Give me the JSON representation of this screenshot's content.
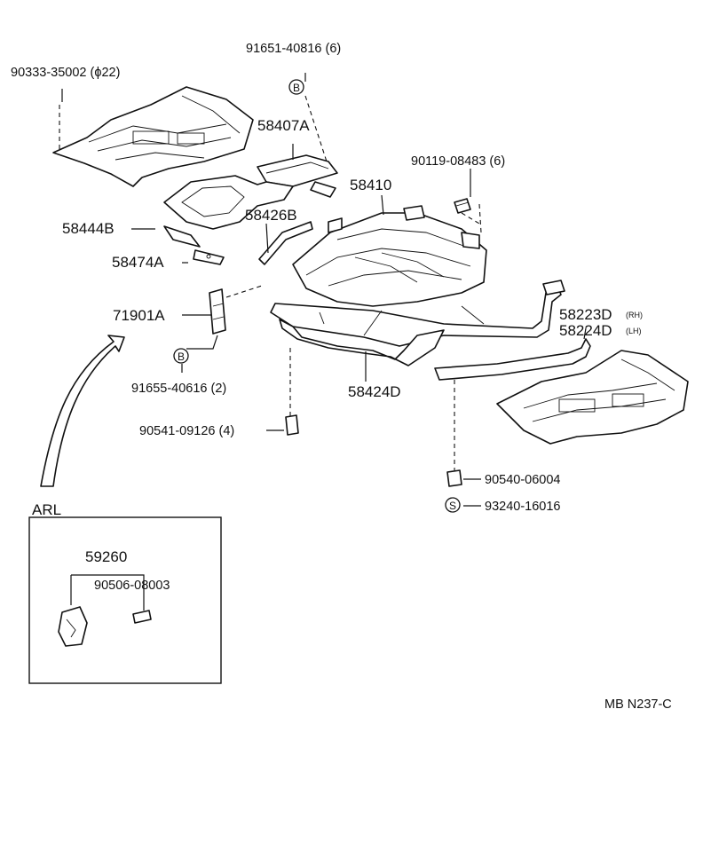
{
  "labels": {
    "p90333": "90333-35002 (ϕ22)",
    "p91651": "91651-40816 (6)",
    "p58407a": "58407A",
    "p58410": "58410",
    "p90119": "90119-08483 (6)",
    "p58444b": "58444B",
    "p58426b": "58426B",
    "p58474a": "58474A",
    "p71901a": "71901A",
    "p58223d": "58223D",
    "p58223d_side": "(RH)",
    "p58224d": "58224D",
    "p58224d_side": "(LH)",
    "p91655": "91655-40616 (2)",
    "p58424d": "58424D",
    "p90541": "90541-09126 (4)",
    "p90540": "90540-06004",
    "p93240": "93240-16016",
    "arl": "ARL",
    "p59260": "59260",
    "p90506": "90506-08003",
    "ref": "MB N237-C"
  },
  "callouts": {
    "b_top": "B",
    "b_bottom": "B",
    "s": "S"
  }
}
